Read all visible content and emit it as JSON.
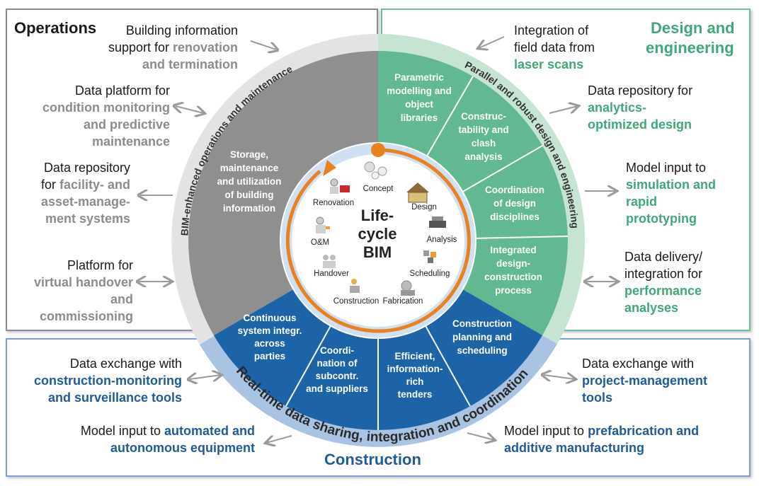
{
  "panels": {
    "operations": {
      "title": "Operations",
      "color": "#8c8c8c"
    },
    "design": {
      "title_1": "Design and",
      "title_2": "engineering",
      "color": "#3fa878"
    },
    "construction": {
      "title": "Construction",
      "color": "#1f5a9a"
    }
  },
  "ops_notes": [
    {
      "plain": [
        "Building information"
      ],
      "mixed": "support for ",
      "hl": [
        "renovation",
        "and termination"
      ]
    },
    {
      "plain": [
        "Data platform for"
      ],
      "hl": [
        "condition monitoring",
        "and predictive",
        "maintenance"
      ]
    },
    {
      "plain": [
        "Data repository"
      ],
      "mixed": "for ",
      "hl": [
        "facility- and",
        "asset-manage-",
        "ment systems"
      ]
    },
    {
      "plain": [
        "Platform for"
      ],
      "hl": [
        "virtual handover",
        "and",
        "commissioning"
      ]
    }
  ],
  "design_notes": [
    {
      "plain": [
        "Integration of",
        "field data from"
      ],
      "hl": [
        "laser scans"
      ]
    },
    {
      "plain": [
        "Data repository for"
      ],
      "hl": [
        "analytics-",
        "optimized design"
      ]
    },
    {
      "plain": [
        "Model input to"
      ],
      "hl": [
        "simulation and",
        "rapid",
        "prototyping"
      ]
    },
    {
      "plain": [
        "Data delivery/",
        "integration for"
      ],
      "hl": [
        "performance",
        "analyses"
      ]
    }
  ],
  "cons_notes": [
    {
      "plain": [
        "Data exchange with"
      ],
      "hl": [
        "construction-monitoring",
        "and surveillance tools"
      ]
    },
    {
      "plain": "Model input to ",
      "hl": [
        "automated and",
        "autonomous equipment"
      ]
    },
    {
      "plain": [
        "Data exchange with"
      ],
      "hl": [
        "project-management",
        "tools"
      ]
    },
    {
      "plain": "Model input to ",
      "hl": [
        "prefabrication and",
        "additive manufacturing"
      ]
    }
  ],
  "ring_labels": {
    "operations": "BIM-enhanced operations and maintenance",
    "design": "Parallel and robust design and engineering",
    "construction": "Real-time data sharing, integration and coordination"
  },
  "segments": {
    "ops_storage": [
      "Storage,",
      "maintenance",
      "and utilization",
      "of building",
      "information"
    ],
    "d1": [
      "Parametric",
      "modelling and",
      "object",
      "libraries"
    ],
    "d2": [
      "Construc-",
      "tability and",
      "clash",
      "analysis"
    ],
    "d3": [
      "Coordination",
      "of design",
      "disciplines"
    ],
    "d4": [
      "Integrated",
      "design-",
      "construction",
      "process"
    ],
    "c1": [
      "Construction",
      "planning and",
      "scheduling"
    ],
    "c2": [
      "Efficient,",
      "information-",
      "rich",
      "tenders"
    ],
    "c3": [
      "Coordi-",
      "nation of",
      "subcontr.",
      "and suppliers"
    ],
    "c4": [
      "Continuous",
      "system integr.",
      "across",
      "parties"
    ]
  },
  "stages": [
    "Concept",
    "Design",
    "Analysis",
    "Scheduling",
    "Fabrication",
    "Construction",
    "Handover",
    "O&M",
    "Renovation"
  ],
  "center": [
    "Life-",
    "cycle",
    "BIM"
  ],
  "colors": {
    "ops_dark": "#8f8f8f",
    "ops_ring": "#e3e3e3",
    "design_dark": "#62b890",
    "design_ring": "#c6e4d2",
    "cons_dark": "#1d63a8",
    "cons_ring": "#a9c3e3",
    "orange": "#e8821e"
  }
}
